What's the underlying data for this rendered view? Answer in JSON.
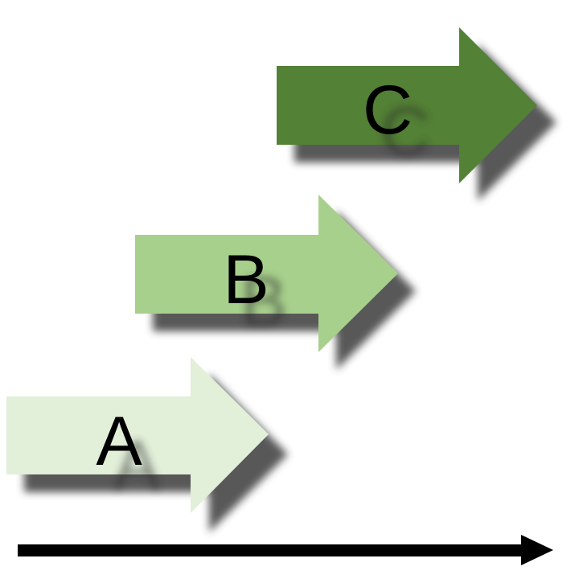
{
  "diagram": {
    "steps": [
      {
        "label": "A",
        "color": "#e2efd9"
      },
      {
        "label": "B",
        "color": "#a8d08d"
      },
      {
        "label": "C",
        "color": "#538135"
      }
    ],
    "baseline_arrow_color": "#000000"
  }
}
